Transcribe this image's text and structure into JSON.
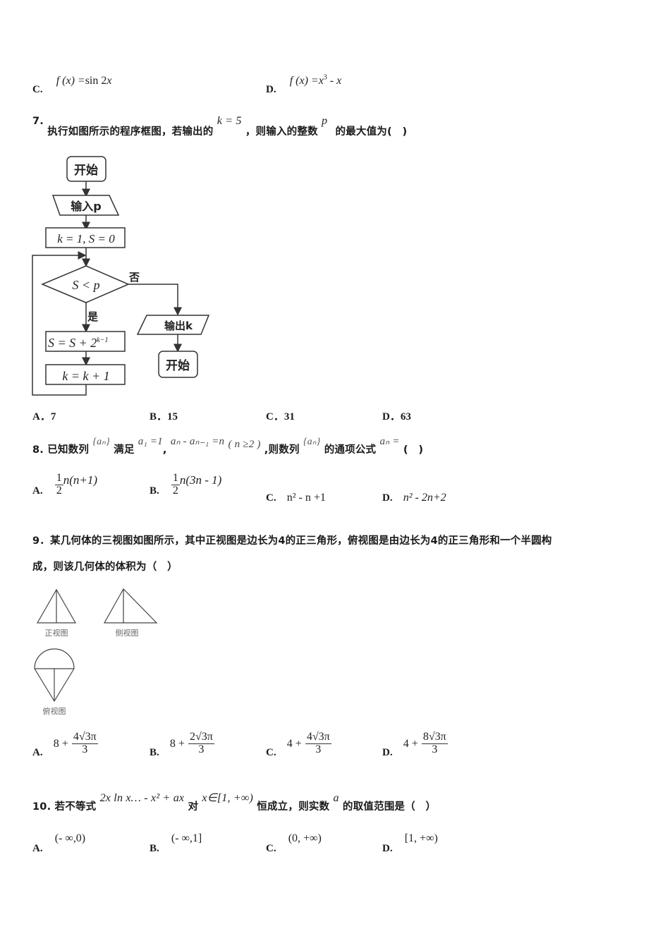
{
  "q6_tail": {
    "options": [
      {
        "label": "C.",
        "expr": "f (x) =sin 2x"
      },
      {
        "label": "D.",
        "expr": "f (x) =x³ - x"
      }
    ]
  },
  "q7": {
    "number": "7.",
    "text_a": "执行如图所示的程序框图，若输出的",
    "math_k": "k = 5",
    "text_b": "，则输入的整数",
    "math_p": "p",
    "text_c": "的最大值为(　)",
    "flowchart": {
      "start": "开始",
      "input": "输入p",
      "init": "k = 1, S = 0",
      "condition": "S < p",
      "no": "否",
      "yes": "是",
      "update_s": "S = S + 2",
      "update_s_exp": "k−1",
      "update_k": "k = k + 1",
      "output": "输出k",
      "end": "开始"
    },
    "options": [
      {
        "label": "A．",
        "value": "7"
      },
      {
        "label": "B．",
        "value": "15"
      },
      {
        "label": "C．",
        "value": "31"
      },
      {
        "label": "D．",
        "value": "63"
      }
    ]
  },
  "q8": {
    "number": "8.",
    "text_a": "已知数列",
    "seq": "{aₙ}",
    "text_b": "满足",
    "cond1": "a₁ =1",
    "cond2": "aₙ - aₙ₋₁ =n",
    "cond3": "( n ≥2 )",
    "text_c": ",则数列",
    "text_d": "的通项公式",
    "an": "aₙ =",
    "paren": "(　)",
    "options": [
      {
        "label": "A.",
        "num": "1",
        "den": "2",
        "rest": "n(n+1)"
      },
      {
        "label": "B.",
        "num": "1",
        "den": "2",
        "rest": "n(3n - 1)"
      },
      {
        "label": "C.",
        "expr": "n² - n +1"
      },
      {
        "label": "D.",
        "expr": "n² - 2n+2"
      }
    ]
  },
  "q9": {
    "line1": "9．某几何体的三视图如图所示，其中正视图是边长为4的正三角形，俯视图是由边长为4的正三角形和一个半圆构",
    "line2": "成，则该几何体的体积为（　）",
    "views": {
      "front": "正视图",
      "side": "侧视图",
      "top": "俯视图"
    },
    "options": [
      {
        "label": "A.",
        "int": "8 +",
        "num": "4√3π",
        "den": "3"
      },
      {
        "label": "B.",
        "int": "8 +",
        "num": "2√3π",
        "den": "3"
      },
      {
        "label": "C.",
        "int": "4 +",
        "num": "4√3π",
        "den": "3"
      },
      {
        "label": "D.",
        "int": "4 +",
        "num": "8√3π",
        "den": "3"
      }
    ]
  },
  "q10": {
    "number": "10.",
    "text_a": "若不等式",
    "ineq": "2x ln x… - x² + ax",
    "text_b": "对",
    "domain": "x∈[1, +∞)",
    "text_c": "恒成立，则实数",
    "a": "a",
    "text_d": "的取值范围是（　）",
    "options": [
      {
        "label": "A.",
        "value": "(- ∞,0)"
      },
      {
        "label": "B.",
        "value": "(- ∞,1]"
      },
      {
        "label": "C.",
        "value": "(0, +∞)"
      },
      {
        "label": "D.",
        "value": "[1, +∞)"
      }
    ]
  }
}
